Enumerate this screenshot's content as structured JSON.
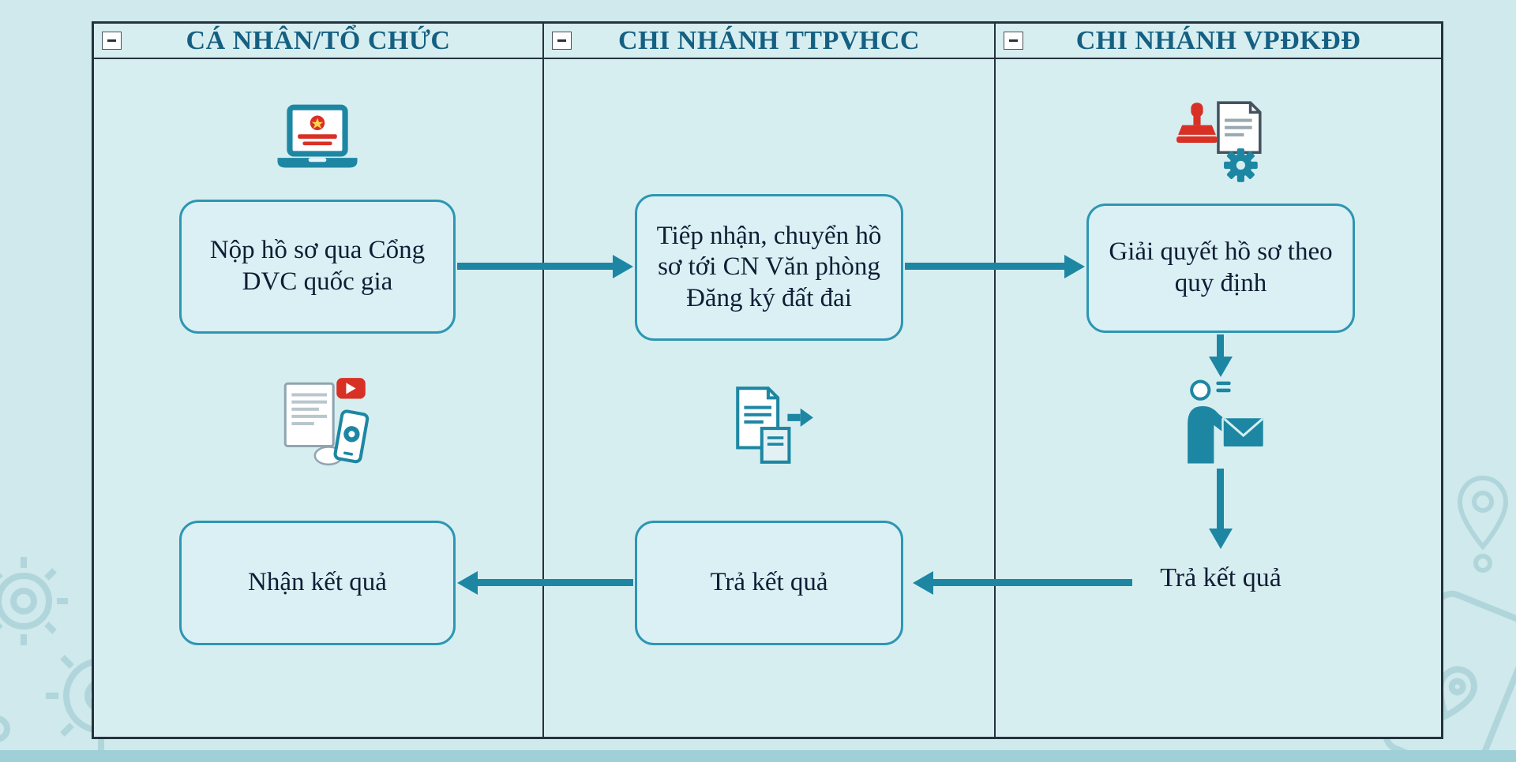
{
  "colors": {
    "page_bg": "#cfe9ec",
    "panel_bg": "#d7eef1",
    "panel_border": "#24323e",
    "header_text": "#156082",
    "box_border": "#2e96b2",
    "box_fill": "#daf0f4",
    "box_text": "#101d35",
    "arrow": "#1d87a3",
    "watermark": "#86bcc7",
    "bottom_bar": "#9fd0d7",
    "icon_teal": "#1d87a3",
    "icon_red": "#d93025"
  },
  "lanes": [
    {
      "title": "CÁ NHÂN/TỔ CHỨC"
    },
    {
      "title": "CHI NHÁNH TTPVHCC"
    },
    {
      "title": "CHI NHÁNH VPĐKĐĐ"
    }
  ],
  "nodes": {
    "submit": "Nộp hồ sơ qua Cổng DVC quốc gia",
    "receive_transfer": "Tiếp nhận, chuyển hồ sơ tới CN Văn phòng Đăng ký đất đai",
    "process": "Giải quyết hồ sơ theo quy định",
    "deliver_result": "Trả kết quả",
    "return_result": "Trả kết quả",
    "receive_result": "Nhận kết quả"
  },
  "edges": [
    {
      "from": "submit",
      "to": "receive_transfer",
      "direction": "right"
    },
    {
      "from": "receive_transfer",
      "to": "process",
      "direction": "right"
    },
    {
      "from": "process",
      "to": "deliver_result",
      "direction": "down"
    },
    {
      "from": "deliver_result",
      "to": "return_result",
      "direction": "left"
    },
    {
      "from": "return_result",
      "to": "receive_result",
      "direction": "left"
    }
  ],
  "icons": {
    "lane_collapse": "collapse-minus-icon",
    "lane1_top": "national-portal-laptop-icon",
    "lane1_middle": "documents-and-phone-icon",
    "lane2_middle": "document-transfer-icon",
    "lane3_top": "stamp-gear-document-icon",
    "lane3_middle": "person-envelope-delivery-icon",
    "background": [
      "gears-watermark",
      "map-pin-watermark",
      "phone-pin-watermark"
    ]
  }
}
